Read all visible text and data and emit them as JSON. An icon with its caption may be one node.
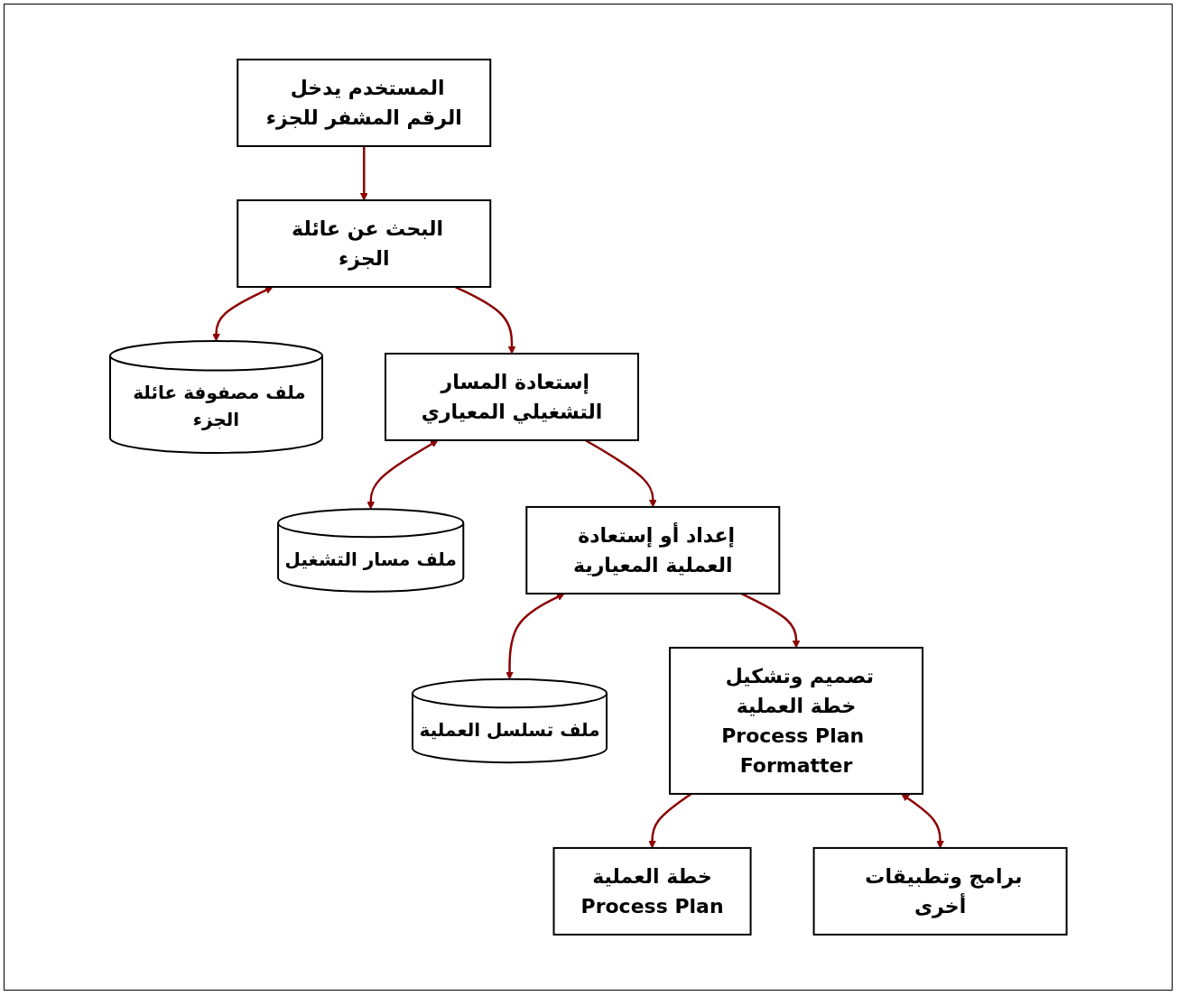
{
  "diagram": {
    "nodes": [
      {
        "text": [
          "المستخدم يدخل الرقم المشفر للجزء"
        ]
      },
      {
        "text": [
          "البحث عن عائلة الجزء"
        ]
      },
      {
        "text": [
          "ملف مصفوفة عائلة الجزء"
        ]
      },
      {
        "text": [
          "إستعادة المسار التشغيلي المعياري"
        ]
      },
      {
        "text": [
          "ملف مسار التشغيل"
        ]
      },
      {
        "text": [
          "إعداد أو إستعادة العملية المعيارية"
        ]
      },
      {
        "text": [
          "ملف تسلسل العملية"
        ]
      },
      {
        "text": [
          "خطة العملية",
          "Process Plan"
        ]
      },
      {
        "text": [
          "تصميم وتشكيل خطة العملية",
          "Process Plan Formatter"
        ]
      },
      {
        "text": [
          "برامج وتطبيقات أخرى"
        ]
      }
    ],
    "edges": [
      {
        "from": 0,
        "to": 1,
        "arrow": "to"
      },
      {
        "from": 1,
        "to": 2,
        "arrow": "both"
      },
      {
        "from": 1,
        "to": 3,
        "arrow": "to"
      },
      {
        "from": 3,
        "to": 4,
        "arrow": "both"
      },
      {
        "from": 3,
        "to": 5,
        "arrow": "to"
      },
      {
        "from": 5,
        "to": 6,
        "arrow": "both"
      },
      {
        "from": 5,
        "to": 8,
        "arrow": "to"
      },
      {
        "from": 8,
        "to": 7,
        "arrow": "to"
      },
      {
        "from": 8,
        "to": 9,
        "arrow": "both"
      }
    ]
  }
}
